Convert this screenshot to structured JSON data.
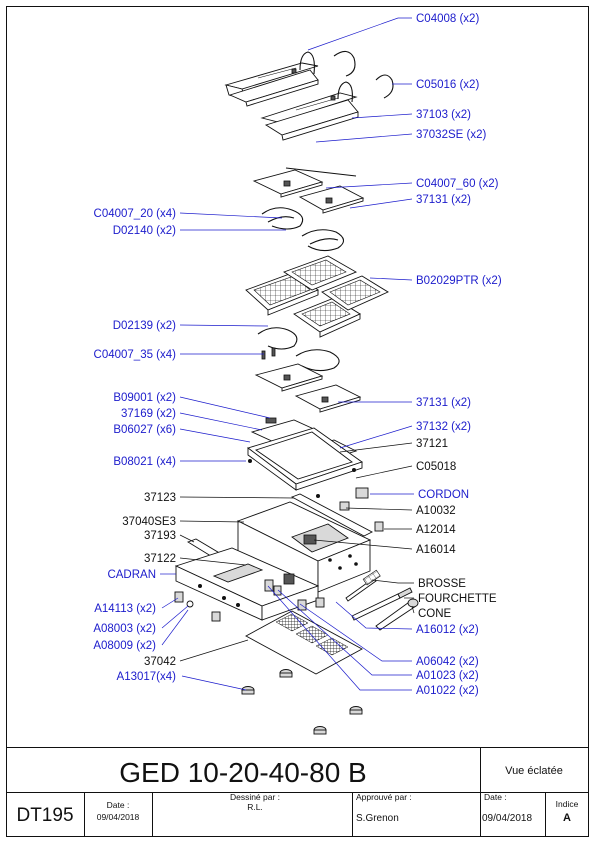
{
  "labels": {
    "c04008": "C04008 (x2)",
    "c05016": "C05016 (x2)",
    "p37103": "37103 (x2)",
    "p37032se": "37032SE (x2)",
    "c04007_60": "C04007_60 (x2)",
    "p37131_top": "37131 (x2)",
    "c04007_20": "C04007_20 (x4)",
    "d02140": "D02140 (x2)",
    "b02029ptr": "B02029PTR (x2)",
    "d02139": "D02139 (x2)",
    "c04007_35": "C04007_35 (x4)",
    "b09001": "B09001 (x2)",
    "p37169": "37169 (x2)",
    "p37131_bottom": "37131 (x2)",
    "b06027": "B06027 (x6)",
    "p37132": "37132 (x2)",
    "p37121": "37121",
    "b08021": "B08021 (x4)",
    "c05018": "C05018",
    "p37123": "37123",
    "cordon": "CORDON",
    "a10032": "A10032",
    "p37040se3": "37040SE3",
    "a12014": "A12014",
    "p37193": "37193",
    "a16014": "A16014",
    "p37122": "37122",
    "cadran": "CADRAN",
    "brosse": "BROSSE",
    "fourchette": "FOURCHETTE",
    "cone": "CONE",
    "a14113": "A14113 (x2)",
    "a16012": "A16012 (x2)",
    "a08003": "A08003 (x2)",
    "a08009": "A08009 (x2)",
    "p37042": "37042",
    "a06042": "A06042 (x2)",
    "a13017": "A13017(x4)",
    "a01023": "A01023 (x2)",
    "a01022": "A01022 (x2)"
  },
  "title_block": {
    "model": "GED 10-20-40-80 B",
    "view": "Vue éclatée",
    "drawing_number": "DT195",
    "date_label": "Date :",
    "date_value": "09/04/2018",
    "drawn_by_label": "Dessiné par :",
    "drawn_by_value": "R.L.",
    "approved_by_label": "Approuvé par :",
    "approved_by_value": "S.Grenon",
    "approval_date_label": "Date :",
    "approval_date_value": "09/04/2018",
    "index_label": "Indice",
    "index_value": "A"
  },
  "colors": {
    "reference_blue": "#1c1ccc",
    "line_black": "#111111"
  }
}
